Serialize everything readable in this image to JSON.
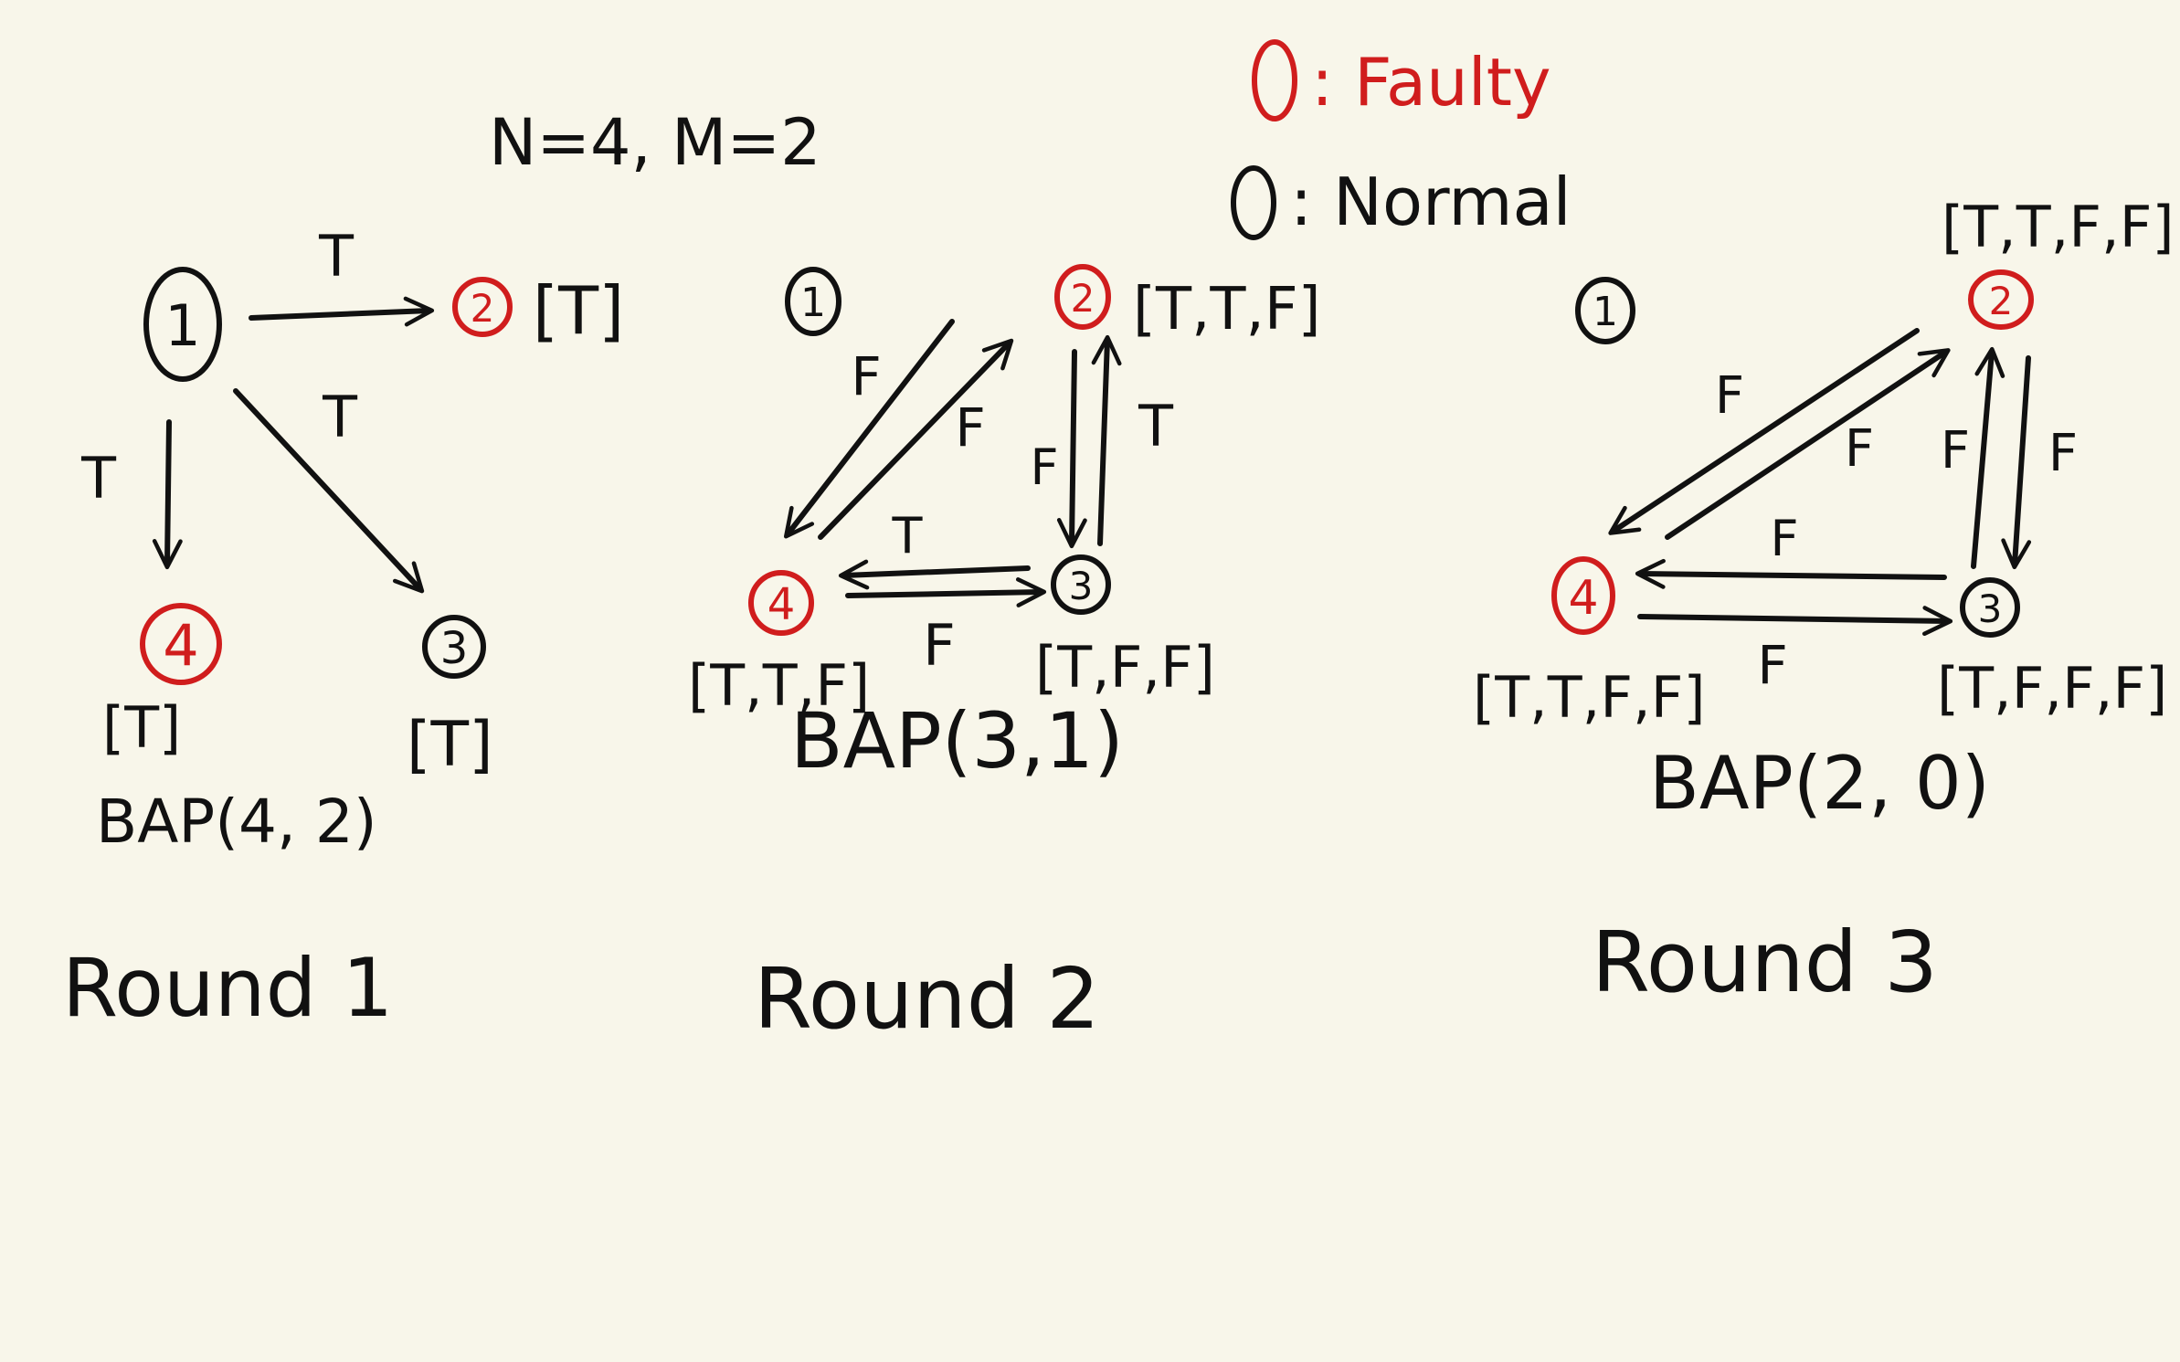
{
  "header": {
    "params": "N=4, M=2"
  },
  "legend": {
    "faulty_label": ": Faulty",
    "normal_label": ": Normal",
    "faulty_color": "#d01d1d",
    "normal_color": "#111111"
  },
  "rounds": [
    {
      "label": "Round 1",
      "call": "BAP(4, 2)",
      "nodes": [
        {
          "id": "1",
          "faulty": false,
          "vector": ""
        },
        {
          "id": "2",
          "faulty": true,
          "vector": "[T]"
        },
        {
          "id": "3",
          "faulty": false,
          "vector": "[T]"
        },
        {
          "id": "4",
          "faulty": true,
          "vector": "[T]"
        }
      ],
      "edges": [
        {
          "from": "1",
          "to": "2",
          "label": "T"
        },
        {
          "from": "1",
          "to": "4",
          "label": "T"
        },
        {
          "from": "1",
          "to": "3",
          "label": "T"
        }
      ]
    },
    {
      "label": "Round 2",
      "call": "BAP(3,1)",
      "nodes": [
        {
          "id": "1",
          "faulty": false,
          "vector": ""
        },
        {
          "id": "2",
          "faulty": true,
          "vector": "[T,T,F]"
        },
        {
          "id": "3",
          "faulty": false,
          "vector": "[T,F,F]"
        },
        {
          "id": "4",
          "faulty": true,
          "vector": "[T,T,F]"
        }
      ],
      "edges": [
        {
          "from": "2",
          "to": "4",
          "label": "F"
        },
        {
          "from": "4",
          "to": "2",
          "label": "F"
        },
        {
          "from": "2",
          "to": "3",
          "label": "F"
        },
        {
          "from": "3",
          "to": "2",
          "label": "T"
        },
        {
          "from": "3",
          "to": "4",
          "label": "T"
        },
        {
          "from": "4",
          "to": "3",
          "label": "F"
        }
      ]
    },
    {
      "label": "Round 3",
      "call": "BAP(2, 0)",
      "nodes": [
        {
          "id": "1",
          "faulty": false,
          "vector": ""
        },
        {
          "id": "2",
          "faulty": true,
          "vector": "[T,T,F,F]"
        },
        {
          "id": "3",
          "faulty": false,
          "vector": "[T,F,F,F]"
        },
        {
          "id": "4",
          "faulty": true,
          "vector": "[T,T,F,F]"
        }
      ],
      "edges": [
        {
          "from": "2",
          "to": "4",
          "label": "F"
        },
        {
          "from": "4",
          "to": "2",
          "label": "F"
        },
        {
          "from": "3",
          "to": "2",
          "label": "F"
        },
        {
          "from": "2",
          "to": "3",
          "label": "F"
        },
        {
          "from": "3",
          "to": "4",
          "label": "F"
        },
        {
          "from": "4",
          "to": "3",
          "label": "F"
        }
      ]
    }
  ]
}
